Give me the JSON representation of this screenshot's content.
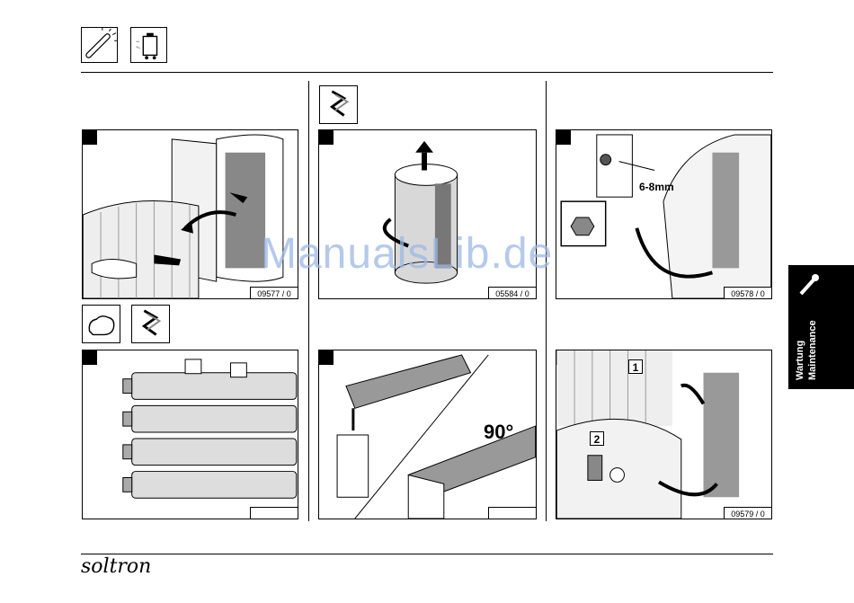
{
  "header": {
    "icons": [
      "tube-lamp-icon",
      "starter-icon"
    ]
  },
  "panels": [
    {
      "code": "09577 / 0"
    },
    {
      "code": "05584 / 0"
    },
    {
      "code": "09578 / 0"
    },
    {
      "code": ""
    },
    {
      "code": ""
    },
    {
      "code": "09579 / 0"
    }
  ],
  "labels": {
    "dimension": "6-8mm",
    "angle": "90°",
    "step1": "1",
    "step2": "2"
  },
  "tab": {
    "line1": "Wartung",
    "line2": "Maintenance"
  },
  "watermark": "ManualsLib.de",
  "brand": "soltron"
}
